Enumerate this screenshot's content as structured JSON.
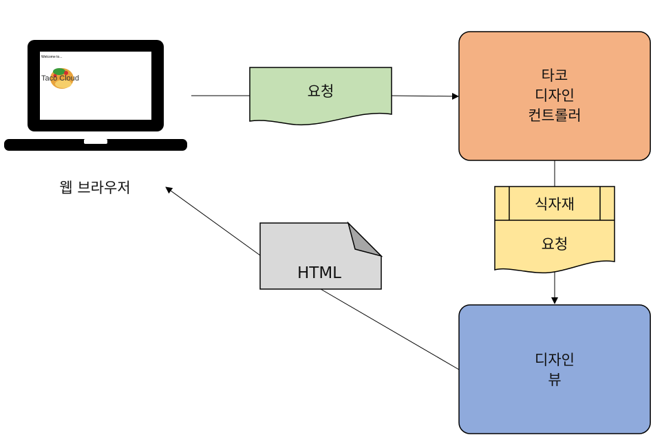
{
  "laptop": {
    "screen_welcome": "Welcome to...",
    "logo_text": "Taco Cloud",
    "caption": "웹 브라우저"
  },
  "request_doc": {
    "label": "요청"
  },
  "controller": {
    "lines": [
      "타코",
      "디자인",
      "컨트롤러"
    ]
  },
  "model": {
    "header": "식자재",
    "label": "요청"
  },
  "view": {
    "lines": [
      "디자인",
      "뷰"
    ]
  },
  "html_doc": {
    "label": "HTML"
  },
  "colors": {
    "request_fill": "#c5e0b4",
    "controller_fill": "#f4b183",
    "model_fill": "#ffe699",
    "view_fill": "#8faadc",
    "html_fill": "#d9d9d9",
    "html_fold": "#a6a6a6"
  }
}
